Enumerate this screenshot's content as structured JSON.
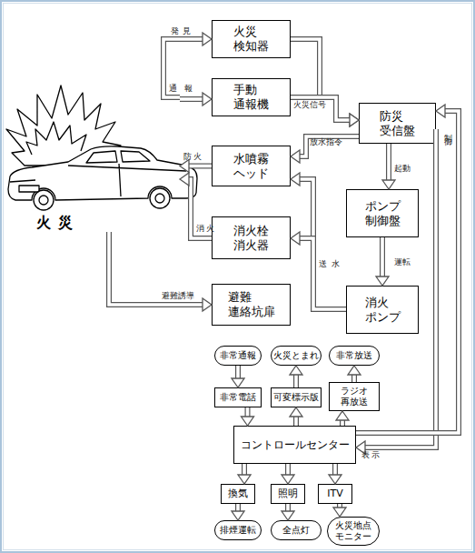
{
  "diagram": {
    "nodes": [
      {
        "text": [
          "火災"
        ]
      },
      {
        "text": [
          "火災 検知器"
        ]
      },
      {
        "text": [
          "手動 通報機"
        ]
      },
      {
        "text": [
          "防災 受信盤"
        ]
      },
      {
        "text": [
          "水噴霧 ヘッド"
        ]
      },
      {
        "text": [
          "ポンプ 制御盤"
        ]
      },
      {
        "text": [
          "消火栓 消火器"
        ]
      },
      {
        "text": [
          "避難 連絡坑扉"
        ]
      },
      {
        "text": [
          "消火 ポンプ"
        ]
      },
      {
        "text": [
          "非常通報"
        ]
      },
      {
        "text": [
          "火災とまれ"
        ]
      },
      {
        "text": [
          "非常放送"
        ]
      },
      {
        "text": [
          "非常電話"
        ]
      },
      {
        "text": [
          "可変標示版"
        ]
      },
      {
        "text": [
          "ラジオ 再放送"
        ]
      },
      {
        "text": [
          "コントロールセンター"
        ]
      },
      {
        "text": [
          "換気"
        ]
      },
      {
        "text": [
          "照明"
        ]
      },
      {
        "text": [
          "ITV"
        ]
      },
      {
        "text": [
          "排煙運転"
        ]
      },
      {
        "text": [
          "全点灯"
        ]
      },
      {
        "text": [
          "火災地点 モニター"
        ]
      }
    ],
    "edges": [
      {
        "from": 0,
        "to": 1,
        "label": "発見",
        "arrow": "to"
      },
      {
        "from": 0,
        "to": 2,
        "label": "通報",
        "arrow": "to"
      },
      {
        "from": 1,
        "to": 3,
        "arrow": "to"
      },
      {
        "from": 2,
        "to": 3,
        "label": "火災信号",
        "arrow": "to"
      },
      {
        "from": 3,
        "to": 4,
        "label": "放水指令",
        "arrow": "to"
      },
      {
        "from": 4,
        "to": 0,
        "label": "防火",
        "arrow": "to"
      },
      {
        "from": 6,
        "to": 0,
        "label": "消火",
        "arrow": "to"
      },
      {
        "from": 0,
        "to": 7,
        "label": "避難誘導",
        "arrow": "to"
      },
      {
        "from": 3,
        "to": 5,
        "label": "起動",
        "arrow": "to"
      },
      {
        "from": 5,
        "to": 8,
        "label": "運転",
        "arrow": "to"
      },
      {
        "from": 8,
        "to": 4,
        "label": "送水",
        "arrow": "to"
      },
      {
        "from": 8,
        "to": 6,
        "arrow": "to"
      },
      {
        "from": 9,
        "to": 12,
        "arrow": "to"
      },
      {
        "from": 12,
        "to": 15,
        "arrow": "to"
      },
      {
        "from": 13,
        "to": 10,
        "arrow": "to"
      },
      {
        "from": 15,
        "to": 13,
        "arrow": "to"
      },
      {
        "from": 14,
        "to": 11,
        "arrow": "to"
      },
      {
        "from": 15,
        "to": 14,
        "arrow": "to"
      },
      {
        "from": 15,
        "to": 16,
        "arrow": "to"
      },
      {
        "from": 16,
        "to": 19,
        "arrow": "to"
      },
      {
        "from": 15,
        "to": 17,
        "arrow": "to"
      },
      {
        "from": 17,
        "to": 20,
        "arrow": "to"
      },
      {
        "from": 15,
        "to": 18,
        "arrow": "to"
      },
      {
        "from": 18,
        "to": 21,
        "arrow": "to"
      },
      {
        "from": 3,
        "to": 15,
        "label": "表示",
        "arrow": "to"
      },
      {
        "from": 15,
        "to": 3,
        "label": "制御",
        "arrow": "to"
      }
    ]
  }
}
